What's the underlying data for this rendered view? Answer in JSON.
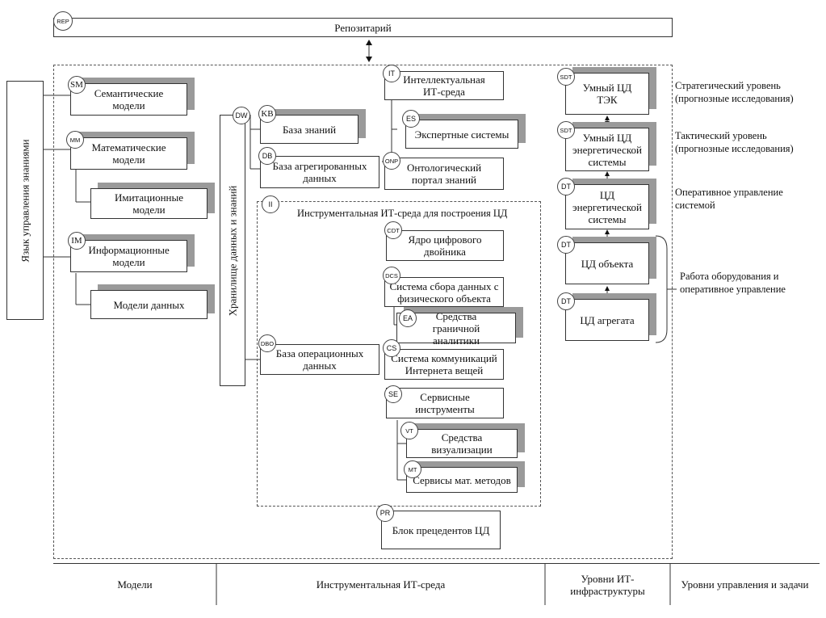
{
  "repository": {
    "badge": "REP",
    "label": "Репозитарий"
  },
  "knowledge_language": "Язык управления знаниями",
  "models": {
    "semantic": {
      "badge": "SM",
      "label": "Семантические модели"
    },
    "math": {
      "badge": "MM",
      "label": "Математические модели"
    },
    "simulation": {
      "label": "Имитационные модели"
    },
    "info": {
      "badge": "IM",
      "label": "Информационные модели"
    },
    "data_models": {
      "label": "Модели данных"
    }
  },
  "storage": {
    "badge": "DW",
    "label": "Хранилище данных и знаний"
  },
  "kb": {
    "badge": "KB",
    "label": "База знаний"
  },
  "db": {
    "badge": "DB",
    "label": "База агрегированных данных"
  },
  "it": {
    "badge": "IT",
    "label": "Интеллектуальная ИТ-среда"
  },
  "es": {
    "badge": "ES",
    "label": "Экспертные системы"
  },
  "onp": {
    "badge": "ONP",
    "label": "Онтологический портал знаний"
  },
  "ii": {
    "badge": "II",
    "label": "Инструментальная ИТ-среда для построения ЦД"
  },
  "cdt": {
    "badge": "CDT",
    "label": "Ядро цифрового двойника"
  },
  "dcs": {
    "badge": "DCS",
    "label": "Система сбора данных с физического объекта"
  },
  "ea": {
    "badge": "EA",
    "label": "Средства граничной аналитики"
  },
  "cs": {
    "badge": "CS",
    "label": "Система коммуникаций Интернета вещей"
  },
  "dbo": {
    "badge": "DBO",
    "label": "База операционных данных"
  },
  "se": {
    "badge": "SE",
    "label": "Сервисные инструменты"
  },
  "vt": {
    "badge": "VT",
    "label": "Средства визуализации"
  },
  "mt": {
    "badge": "MT",
    "label": "Сервисы мат. методов"
  },
  "pr": {
    "badge": "PR",
    "label": "Блок прецедентов ЦД"
  },
  "levels": {
    "sdt1": {
      "badge": "SDT",
      "label": "Умный ЦД ТЭК"
    },
    "sdt2": {
      "badge": "SDT",
      "label": "Умный ЦД энергетической системы"
    },
    "dt1": {
      "badge": "DT",
      "label": "ЦД энергетической системы"
    },
    "dt2": {
      "badge": "DT",
      "label": "ЦД объекта"
    },
    "dt3": {
      "badge": "DT",
      "label": "ЦД агрегата"
    }
  },
  "level_labels": {
    "strategic": "Стратегический уровень (прогнозные исследования)",
    "tactical": "Тактический уровень (прогнозные исследования)",
    "operational": "Оперативное управление системой",
    "equipment": "Работа оборудования и оперативное управление"
  },
  "footer": {
    "models": "Модели",
    "env": "Инструментальная ИТ-среда",
    "infra": "Уровни ИТ-инфраструктуры",
    "tasks": "Уровни управления и задачи"
  }
}
